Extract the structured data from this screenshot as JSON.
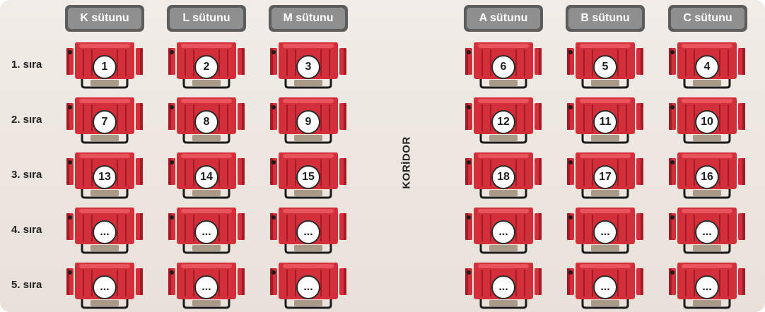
{
  "columns": [
    {
      "key": "K",
      "label": "K sütunu"
    },
    {
      "key": "L",
      "label": "L sütunu"
    },
    {
      "key": "M",
      "label": "M sütunu"
    },
    {
      "key": "A",
      "label": "A sütunu"
    },
    {
      "key": "B",
      "label": "B sütunu"
    },
    {
      "key": "C",
      "label": "C sütunu"
    }
  ],
  "corridor_label": "KORİDOR",
  "rows": [
    {
      "label": "1. sıra",
      "seats": [
        "1",
        "2",
        "3",
        "6",
        "5",
        "4"
      ]
    },
    {
      "label": "2. sıra",
      "seats": [
        "7",
        "8",
        "9",
        "12",
        "11",
        "10"
      ]
    },
    {
      "label": "3. sıra",
      "seats": [
        "13",
        "14",
        "15",
        "18",
        "17",
        "16"
      ]
    },
    {
      "label": "4. sıra",
      "seats": [
        "...",
        "...",
        "...",
        "...",
        "...",
        "..."
      ]
    },
    {
      "label": "5. sıra",
      "seats": [
        "...",
        "...",
        "...",
        "...",
        "...",
        "..."
      ]
    }
  ],
  "colors": {
    "seat_red": "#d22f3a",
    "seat_dark_red": "#a31b26",
    "seat_base": "#a89a86",
    "header_bg": "#5d5d5d",
    "header_inner": "#8f8f8f"
  }
}
